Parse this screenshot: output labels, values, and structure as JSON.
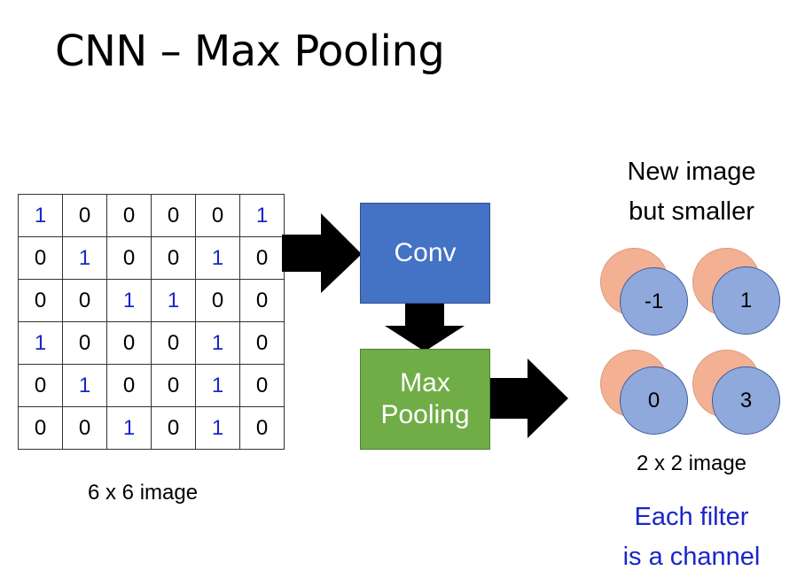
{
  "title": "CNN – Max Pooling",
  "input_grid": {
    "rows": [
      [
        "1",
        "0",
        "0",
        "0",
        "0",
        "1"
      ],
      [
        "0",
        "1",
        "0",
        "0",
        "1",
        "0"
      ],
      [
        "0",
        "0",
        "1",
        "1",
        "0",
        "0"
      ],
      [
        "1",
        "0",
        "0",
        "0",
        "1",
        "0"
      ],
      [
        "0",
        "1",
        "0",
        "0",
        "1",
        "0"
      ],
      [
        "0",
        "0",
        "1",
        "0",
        "1",
        "0"
      ]
    ],
    "caption": "6 x 6 image",
    "one_color": "#1a26c8"
  },
  "boxes": {
    "conv": "Conv",
    "max_pooling_line1": "Max",
    "max_pooling_line2": "Pooling"
  },
  "output": {
    "heading_line1": "New image",
    "heading_line2": "but smaller",
    "values": [
      "-1",
      "1",
      "0",
      "3"
    ],
    "caption": "2 x 2 image",
    "note_line1": "Each filter",
    "note_line2": "is a channel",
    "note_color": "#1a26c8"
  },
  "colors": {
    "conv": "#4472c4",
    "pool": "#70ad47",
    "front_circle": "#8fa9dc",
    "back_circle": "#f4b093"
  }
}
